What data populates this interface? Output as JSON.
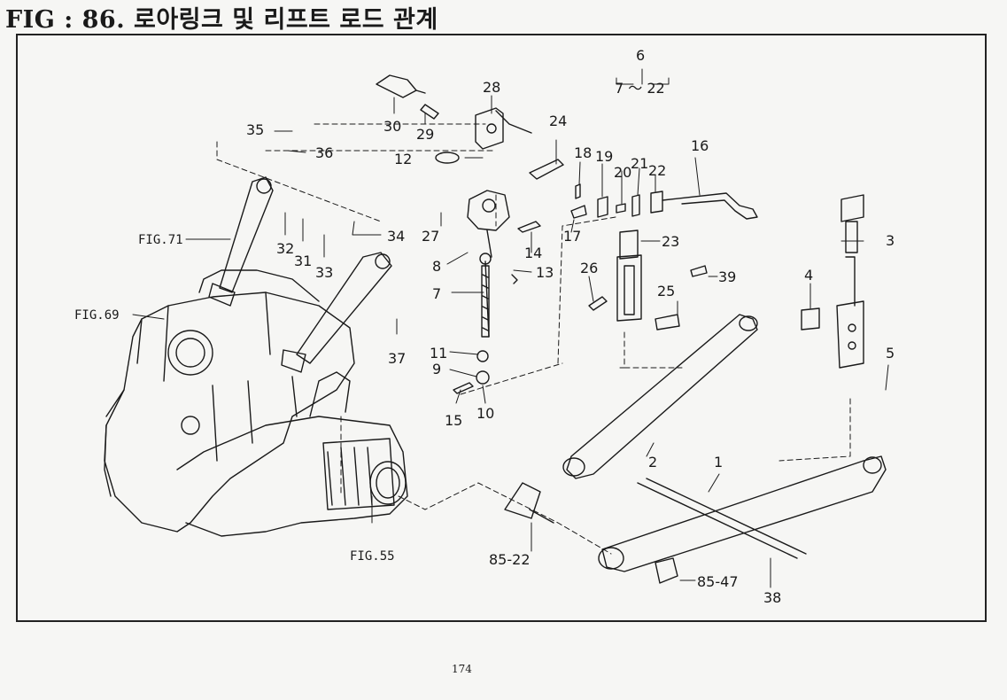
{
  "title": "FIG : 86.  로아링크 및 리프트 로드 관계",
  "page_number": "174",
  "part_labels": {
    "p1": "1",
    "p2": "2",
    "p3": "3",
    "p4": "4",
    "p5": "5",
    "p6": "6",
    "p6_range": "7 ～ 22",
    "p7": "7",
    "p8": "8",
    "p9": "9",
    "p10": "10",
    "p11": "11",
    "p12": "12",
    "p13": "13",
    "p14": "14",
    "p15": "15",
    "p16": "16",
    "p17": "17",
    "p18": "18",
    "p19": "19",
    "p20": "20",
    "p21": "21",
    "p22": "22",
    "p23": "23",
    "p24": "24",
    "p25": "25",
    "p26": "26",
    "p27": "27",
    "p28": "28",
    "p29": "29",
    "p30": "30",
    "p31": "31",
    "p32": "32",
    "p33": "33",
    "p34": "34",
    "p35": "35",
    "p36": "36",
    "p37": "37",
    "p38": "38",
    "p39": "39"
  },
  "figure_refs": {
    "fig71": "FIG.71",
    "fig69": "FIG.69",
    "fig55": "FIG.55",
    "ref8522": "85-22",
    "ref8547": "85-47"
  }
}
